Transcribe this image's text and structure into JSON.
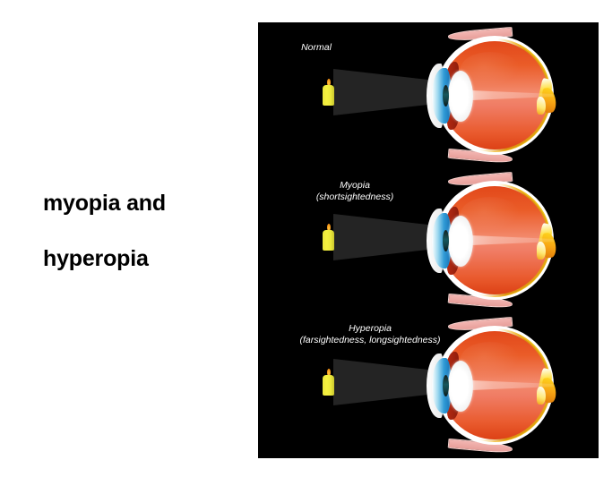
{
  "caption": {
    "line1": "myopia and",
    "line2": "hyperopia"
  },
  "diagram": {
    "background_color": "#000000",
    "page_background": "#ffffff",
    "panels": [
      {
        "id": "normal",
        "label_line1": "Normal",
        "label_line2": "",
        "object_icon": "candle-icon",
        "focus_location": "on retina"
      },
      {
        "id": "myopia",
        "label_line1": "Myopia",
        "label_line2": "(shortsightedness)",
        "object_icon": "candle-icon",
        "focus_location": "in front of retina"
      },
      {
        "id": "hyperopia",
        "label_line1": "Hyperopia",
        "label_line2": "(farsightedness, longsightedness)",
        "object_icon": "candle-icon",
        "focus_location": "behind retina"
      }
    ],
    "colors": {
      "sclera": "#ffffff",
      "vitreous": "#e8501e",
      "vitreous_light": "#f38a6e",
      "cornea": "#2f9ad6",
      "iris": "#a32410",
      "lens": "#ffffff",
      "pupil": "#17575c",
      "retina": "#f0c81b",
      "optic_nerve": "#f5a30c",
      "muscle": "#eda9a4",
      "candle": "#f5f13f",
      "flame": "#f49a1a",
      "light_cone": "#242424"
    }
  }
}
